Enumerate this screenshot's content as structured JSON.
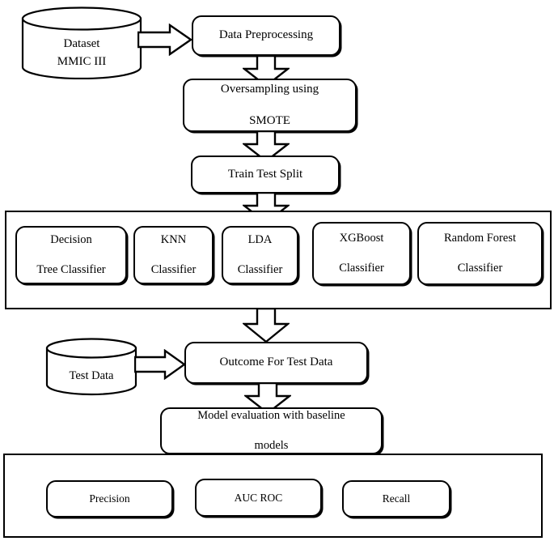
{
  "diagram": {
    "title": "Machine learning pipeline flowchart",
    "stroke_color": "#000000",
    "fill_color": "#ffffff"
  },
  "nodes": {
    "dataset_cylinder": {
      "line1": "Dataset",
      "line2": "MMIC III",
      "shape": "cylinder-database"
    },
    "data_preprocessing": {
      "label": "Data Preprocessing",
      "shape": "rounded-rectangle"
    },
    "oversampling": {
      "line1": "Oversampling using",
      "line2": "SMOTE",
      "shape": "rounded-rectangle"
    },
    "train_test_split": {
      "label": "Train Test Split",
      "shape": "rounded-rectangle"
    },
    "test_data_cylinder": {
      "label": "Test Data",
      "shape": "cylinder-database"
    },
    "outcome_for_test_data": {
      "label": "Outcome For Test Data",
      "shape": "rounded-rectangle"
    },
    "model_evaluation": {
      "line1": "Model evaluation with baseline",
      "line2": "models",
      "shape": "rounded-rectangle"
    }
  },
  "classifiers": {
    "group_shape": "rectangle-container",
    "items": [
      {
        "line1": "Decision",
        "line2": "Tree Classifier"
      },
      {
        "line1": "KNN",
        "line2": "Classifier"
      },
      {
        "line1": "LDA",
        "line2": "Classifier"
      },
      {
        "line1": "XGBoost",
        "line2": "Classifier"
      },
      {
        "line1": "Random Forest",
        "line2": "Classifier"
      }
    ]
  },
  "metrics": {
    "group_shape": "rectangle-container",
    "items": [
      {
        "label": "Precision"
      },
      {
        "label": "AUC ROC"
      },
      {
        "label": "Recall"
      }
    ]
  },
  "arrows": [
    {
      "name": "dataset-to-preprocessing",
      "direction": "right",
      "style": "hollow-block-arrow"
    },
    {
      "name": "preprocessing-to-oversampling",
      "direction": "down",
      "style": "hollow-block-arrow"
    },
    {
      "name": "oversampling-to-split",
      "direction": "down",
      "style": "hollow-block-arrow"
    },
    {
      "name": "split-to-classifiers",
      "direction": "down",
      "style": "hollow-block-arrow"
    },
    {
      "name": "classifiers-to-outcome",
      "direction": "down",
      "style": "hollow-block-arrow"
    },
    {
      "name": "testdata-to-outcome",
      "direction": "right",
      "style": "hollow-block-arrow"
    },
    {
      "name": "outcome-to-evaluation",
      "direction": "down",
      "style": "hollow-block-arrow"
    },
    {
      "name": "evaluation-to-metrics",
      "direction": "down",
      "style": "hollow-block-arrow"
    }
  ]
}
